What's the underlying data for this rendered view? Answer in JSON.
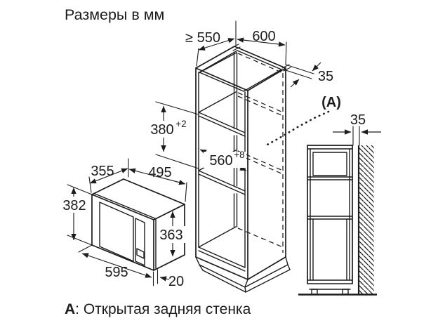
{
  "title": "Размеры в мм",
  "cabinet": {
    "depth_min": "≥ 550",
    "width": "600",
    "rear_gap": "35",
    "niche_height": "380",
    "niche_height_tolerance": "+2",
    "niche_width": "560",
    "niche_width_tolerance": "+8"
  },
  "microwave": {
    "depth": "355",
    "width": "495",
    "frame_height": "382",
    "body_height": "363",
    "frame_width": "595",
    "frame_overhang": "20"
  },
  "detail": {
    "label": "(А)",
    "wall_gap": "35"
  },
  "footnote": {
    "prefix": "А",
    "text": ": Открытая задняя стенка"
  }
}
